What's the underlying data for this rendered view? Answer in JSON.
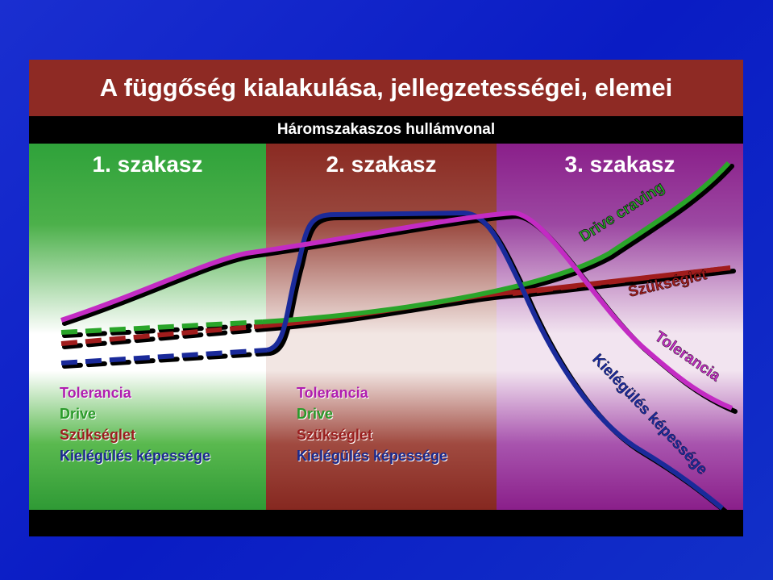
{
  "title": "A függőség kialakulása, jellegzetességei, elemei",
  "subtitle": "Háromszakaszos hullámvonal",
  "phases": [
    {
      "label": "1. szakasz",
      "color": "#2fa23a"
    },
    {
      "label": "2. szakasz",
      "color": "#8a2a22"
    },
    {
      "label": "3. szakasz",
      "color": "#8a1f8a"
    }
  ],
  "legend": {
    "tolerancia": "Tolerancia",
    "drive": "Drive",
    "szukseglet": "Szükséglet",
    "kielegules": "Kielégülés képessége"
  },
  "curve_labels": {
    "drive_craving": "Drive craving",
    "szukseglet": "Szükséglet",
    "tolerancia": "Tolerancia",
    "kielegules": "Kielégülés képessége"
  },
  "colors": {
    "tolerancia": "#c32bc3",
    "drive": "#2aa52a",
    "szukseglet": "#a01c1c",
    "kielegules": "#1a2a9a"
  }
}
